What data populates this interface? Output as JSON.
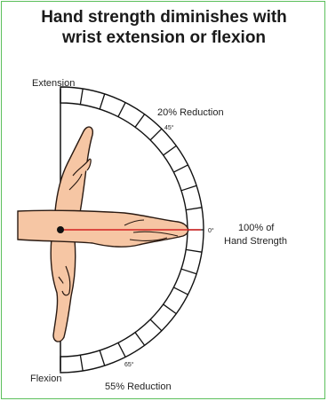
{
  "title": {
    "line1": "Hand strength diminishes with",
    "line2": "wrist extension or flexion"
  },
  "labels": {
    "extension": "Extension",
    "flexion": "Flexion",
    "reduction_extension": "20% Reduction",
    "angle_extension": "45°",
    "zero_angle": "0°",
    "full_strength_line1": "100% of",
    "full_strength_line2": "Hand Strength",
    "angle_flexion": "65°",
    "reduction_flexion": "55% Reduction"
  },
  "colors": {
    "border": "#5bbf5b",
    "skin": "#f6c6a4",
    "skin_outline": "#2a1a12",
    "red_line": "#d42020"
  }
}
